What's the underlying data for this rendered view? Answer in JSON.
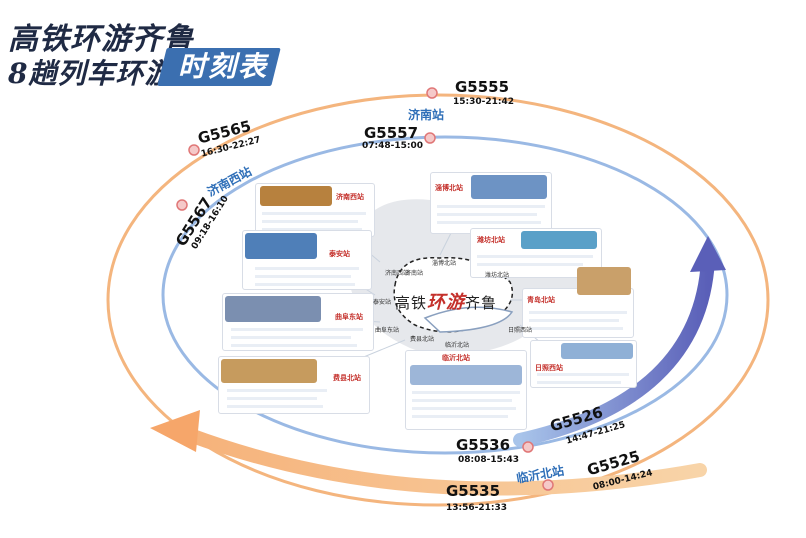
{
  "title_line1": "高铁环游齐鲁",
  "title_line2": "8趟列车环游",
  "title_highlight": "时刻表",
  "accent_color": "#3b6fb0",
  "trains": [
    {
      "number": "G5555",
      "time": "15:30-21:42"
    },
    {
      "number": "G5565",
      "time": "16:30-22:27"
    },
    {
      "number": "G5557",
      "time": "07:48-15:00"
    },
    {
      "number": "G5567",
      "time": "09:18-16:10"
    },
    {
      "number": "G5526",
      "time": "14:47-21:25"
    },
    {
      "number": "G5536",
      "time": "08:08-15:43"
    },
    {
      "number": "G5525",
      "time": "08:00-14:24"
    },
    {
      "number": "G5535",
      "time": "13:56-21:33"
    }
  ],
  "loop_stations": {
    "jinan": "济南站",
    "jinan_west": "济南西站",
    "linyi_north": "临沂北站"
  },
  "cards": [
    {
      "station": "济南西站"
    },
    {
      "station": "淄博北站"
    },
    {
      "station": "泰安站"
    },
    {
      "station": "潍坊北站"
    },
    {
      "station": "曲阜东站"
    },
    {
      "station": "青岛北站"
    },
    {
      "station": "日照西站"
    },
    {
      "station": "费县北站"
    },
    {
      "station": "临沂北站"
    }
  ],
  "map_labels": [
    "济南西站",
    "济南站",
    "淄博北站",
    "潍坊北站",
    "泰安站",
    "曲阜东站",
    "费县北站",
    "临沂北站",
    "日照西站"
  ],
  "center": {
    "pre": "高铁",
    "highlight": "环游",
    "post": "齐鲁"
  }
}
